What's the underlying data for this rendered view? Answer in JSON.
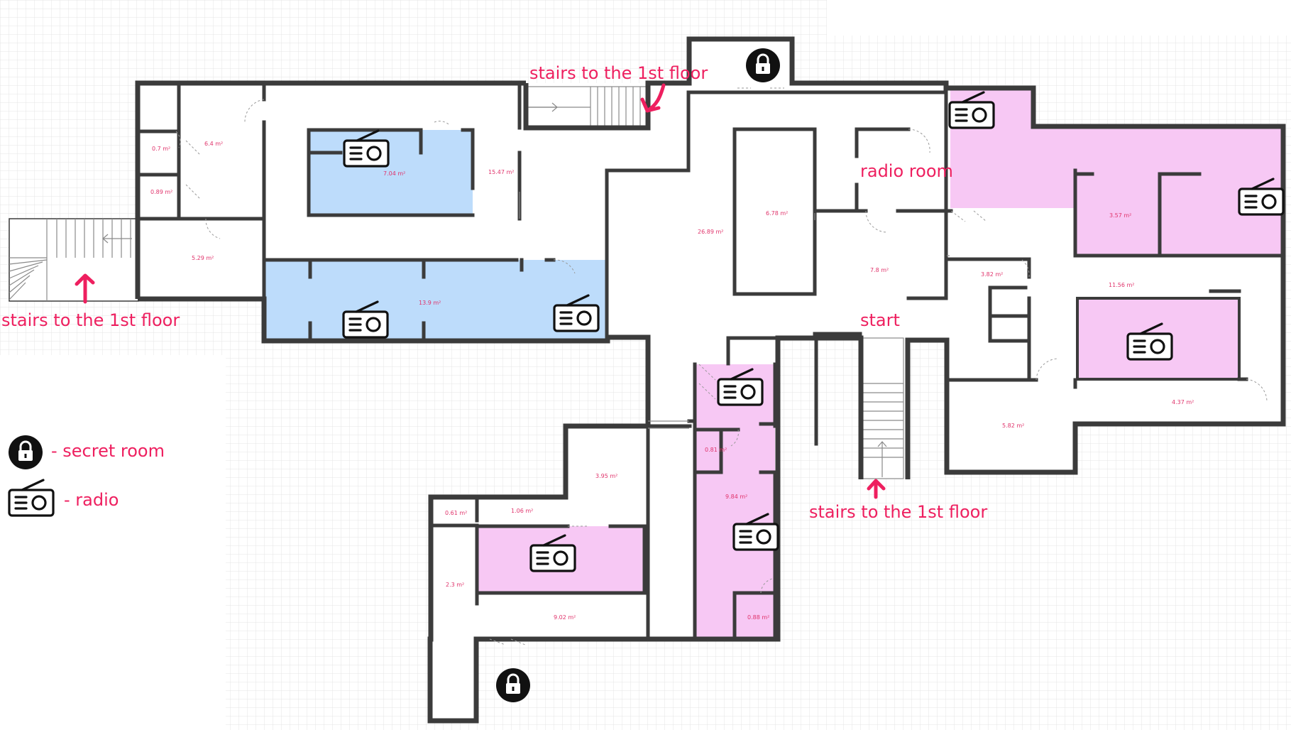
{
  "labels": {
    "stairs_top": "stairs to the 1st floor",
    "stairs_left": "stairs to the 1st floor",
    "stairs_bottom": "stairs to the 1st floor",
    "radio_room": "radio room",
    "start": "start"
  },
  "legend": {
    "secret_room": "- secret room",
    "radio": "- radio"
  },
  "areas": {
    "a07": "0.7 m²",
    "a064": "6.4 m²",
    "a089": "0.89 m²",
    "a529": "5.29 m²",
    "a704": "7.04 m²",
    "a1547": "15.47 m²",
    "a139": "13.9 m²",
    "a2689": "26.89 m²",
    "a678": "6.78 m²",
    "a78": "7.8 m²",
    "a357": "3.57 m²",
    "a382": "3.82 m²",
    "a1156": "11.56 m²",
    "a437": "4.37 m²",
    "a582": "5.82 m²",
    "a395": "3.95 m²",
    "a061": "0.61 m²",
    "a106": "1.06 m²",
    "a23": "2.3 m²",
    "a902": "9.02 m²",
    "a081": "0.81 m²",
    "a984": "9.84 m²",
    "a088": "0.88 m²"
  },
  "colors": {
    "blue_room": "#bddcfb",
    "pink_room": "#f7c8f4",
    "label_red": "#ee1f5f",
    "wall": "#3b3b3b"
  },
  "icons": [
    "lock-icon",
    "radio-icon",
    "arrow-icon"
  ]
}
